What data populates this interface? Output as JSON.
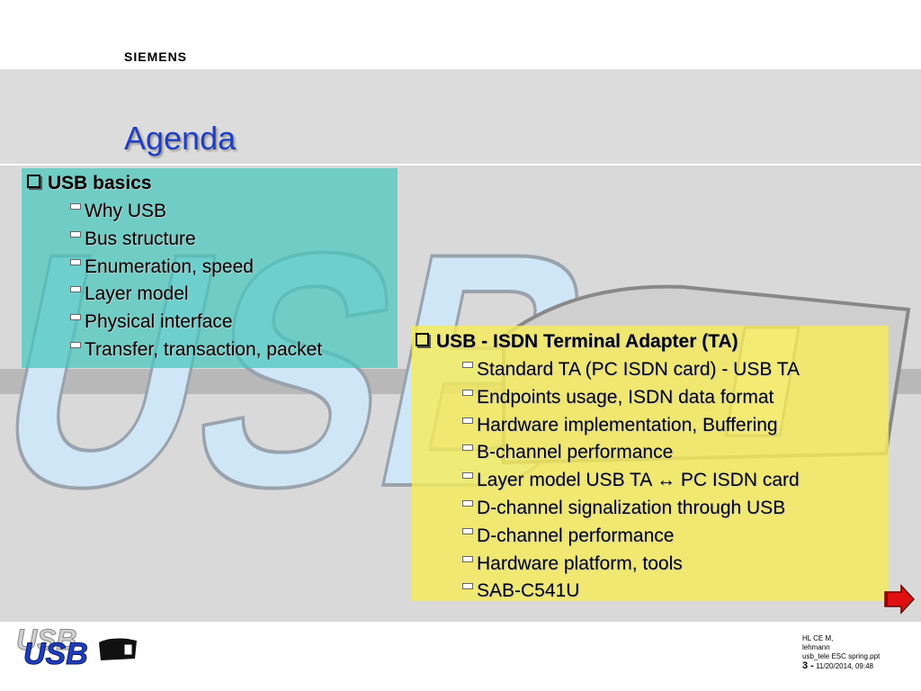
{
  "header": {
    "brand": "SIEMENS",
    "title": "Agenda"
  },
  "section1": {
    "heading": "USB basics",
    "items": [
      "Why USB",
      "Bus structure",
      "Enumeration, speed",
      "Layer model",
      "Physical interface",
      "Transfer, transaction, packet"
    ]
  },
  "section2": {
    "heading": "USB - ISDN Terminal Adapter (TA)",
    "items": [
      "Standard TA (PC ISDN card) - USB TA",
      "Endpoints usage, ISDN data format",
      "Hardware implementation, Buffering",
      "B-channel performance",
      "Layer model USB TA ↔ PC ISDN card",
      "D-channel signalization through USB",
      "D-channel performance",
      "Hardware platform, tools",
      "SAB-C541U"
    ]
  },
  "footer": {
    "line1": "HL CE M,",
    "line2": "lehmann",
    "line3": "usb_tele ESC spring.ppt",
    "page": "3 -",
    "datetime": "11/20/2014, 09:48"
  },
  "logo": {
    "text": "USB"
  },
  "watermark": {
    "text": "USB"
  },
  "colors": {
    "title": "#1f3fbf",
    "box1": "#5ecdc4",
    "box2": "#f0e47a",
    "arrow": "#e01010"
  }
}
